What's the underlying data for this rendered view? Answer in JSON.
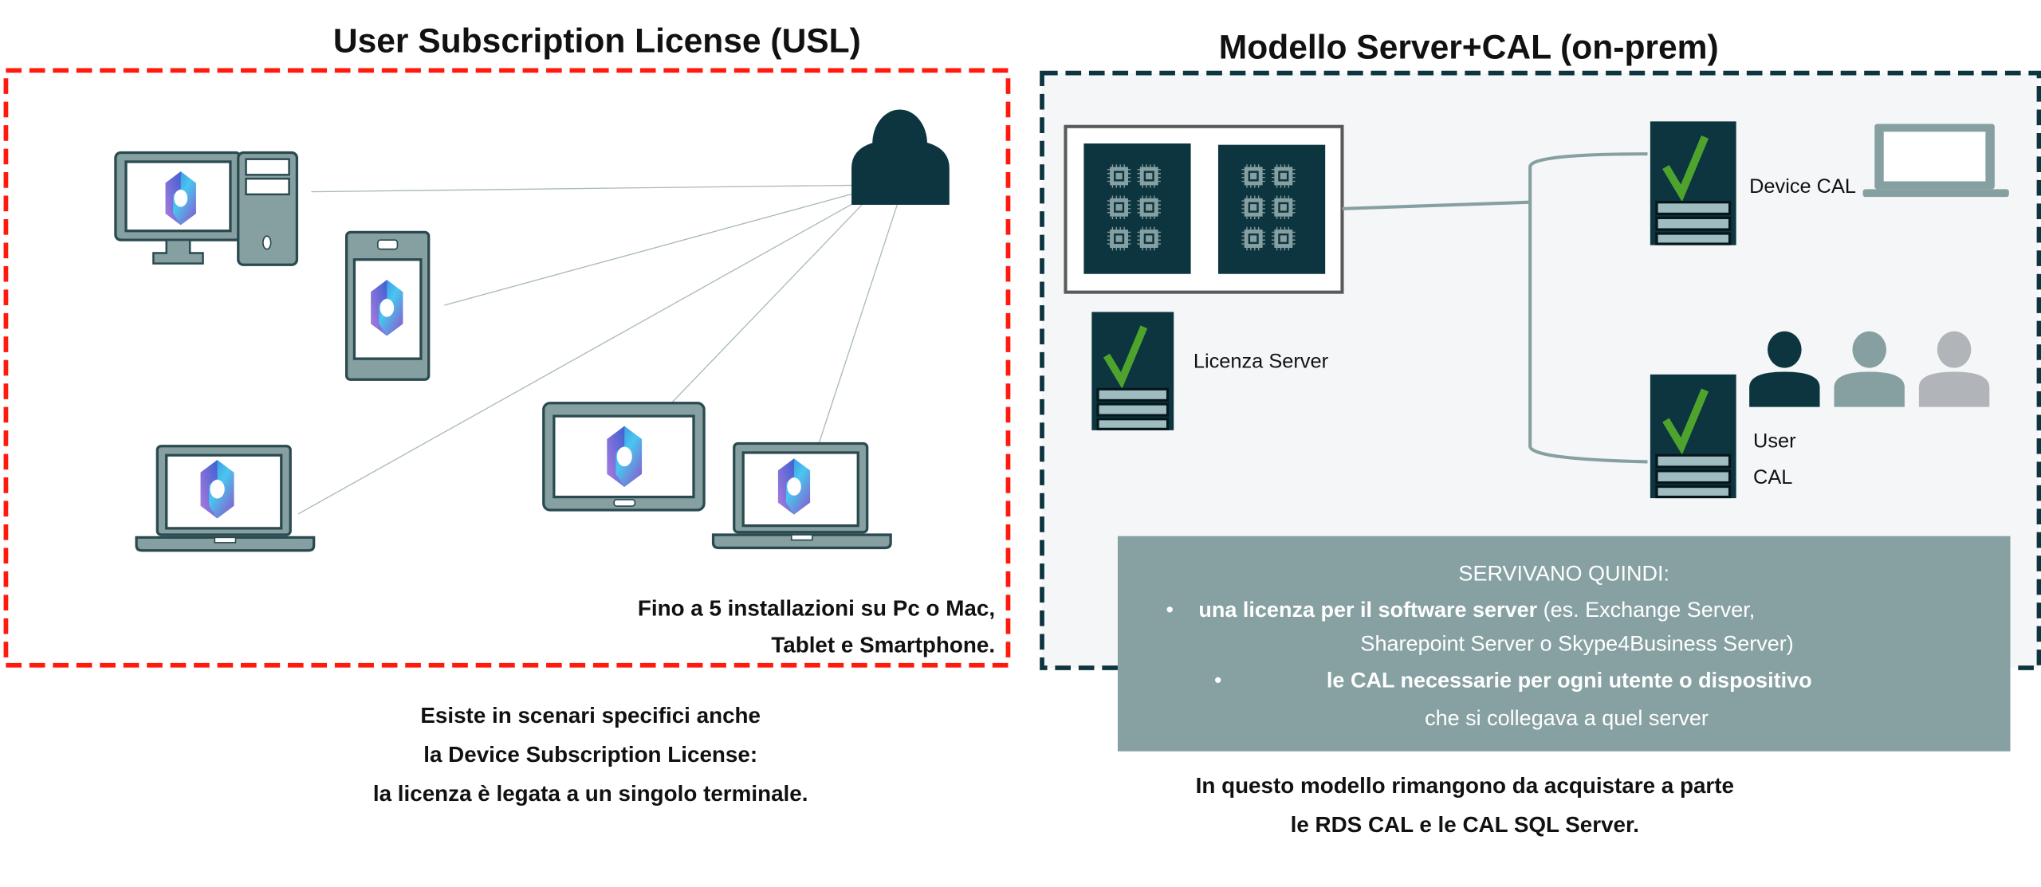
{
  "left_panel": {
    "title": "User Subscription License (USL)",
    "note_lines": [
      "Fino a 5 installazioni su Pc o Mac,",
      "Tablet e Smartphone."
    ],
    "caption_lines": [
      "Esiste in scenari specifici anche",
      "la Device Subscription License:",
      "la licenza è legata a un singolo terminale."
    ],
    "devices": [
      "desktop-icon",
      "smartphone-icon",
      "laptop-icon",
      "tablet-icon",
      "laptop-icon"
    ],
    "border_color": "#ff1a0d"
  },
  "right_panel": {
    "title": "Modello Server+CAL (on-prem)",
    "labels": {
      "device_cal": "Device CAL",
      "server_license": "Licenza Server",
      "user_cal_line1": "User",
      "user_cal_line2": "CAL"
    },
    "info_box": {
      "heading": "SERVIVANO QUINDI:",
      "bullet": "•",
      "item1_bold": "una licenza per il software server",
      "item1_rest": " (es. Exchange Server,",
      "item1_cont": "Sharepoint Server o Skype4Business Server)",
      "item2_bold": "le CAL necessarie per ogni utente o dispositivo",
      "item2_cont": "che si collegava a quel server"
    },
    "caption_lines": [
      "In questo modello rimangono da acquistare a parte",
      "le RDS CAL e le CAL SQL Server."
    ],
    "border_color": "#0d3540"
  },
  "colors": {
    "dark": "#0d3540",
    "slate": "#86a0a1",
    "light_slate": "#b1b5ba",
    "check_green": "#4ea32d",
    "info_box": "#87a1a2"
  }
}
